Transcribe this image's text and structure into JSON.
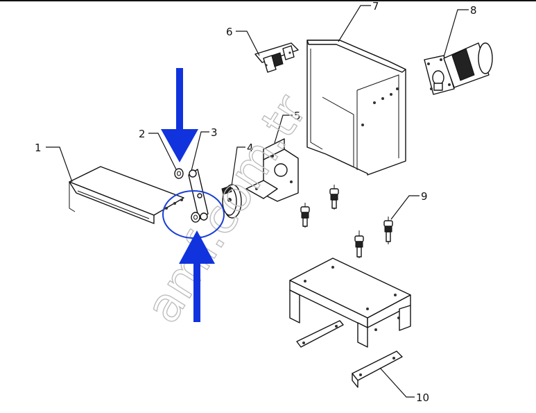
{
  "callouts": {
    "c1": "1",
    "c2": "2",
    "c3": "3",
    "c4": "4",
    "c5": "5",
    "c6": "6",
    "c7": "7",
    "c8": "8",
    "c9": "9",
    "c10": "10"
  },
  "watermark": "amf.com.tr",
  "colors": {
    "arrow": "#1133dd",
    "highlight_circle": "#1a3fd6",
    "line": "#111111",
    "watermark": "#bdbdbd"
  },
  "icons": {
    "top_arrow": "arrow-down-icon",
    "bottom_arrow": "arrow-up-icon"
  }
}
